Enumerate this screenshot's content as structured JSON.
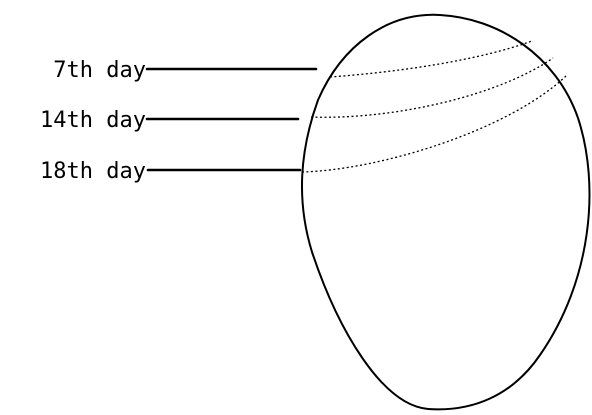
{
  "labels": {
    "day7": "7th day",
    "day14": "14th day",
    "day18": "18th day"
  },
  "colors": {
    "line": "#000000",
    "background": "#ffffff"
  }
}
